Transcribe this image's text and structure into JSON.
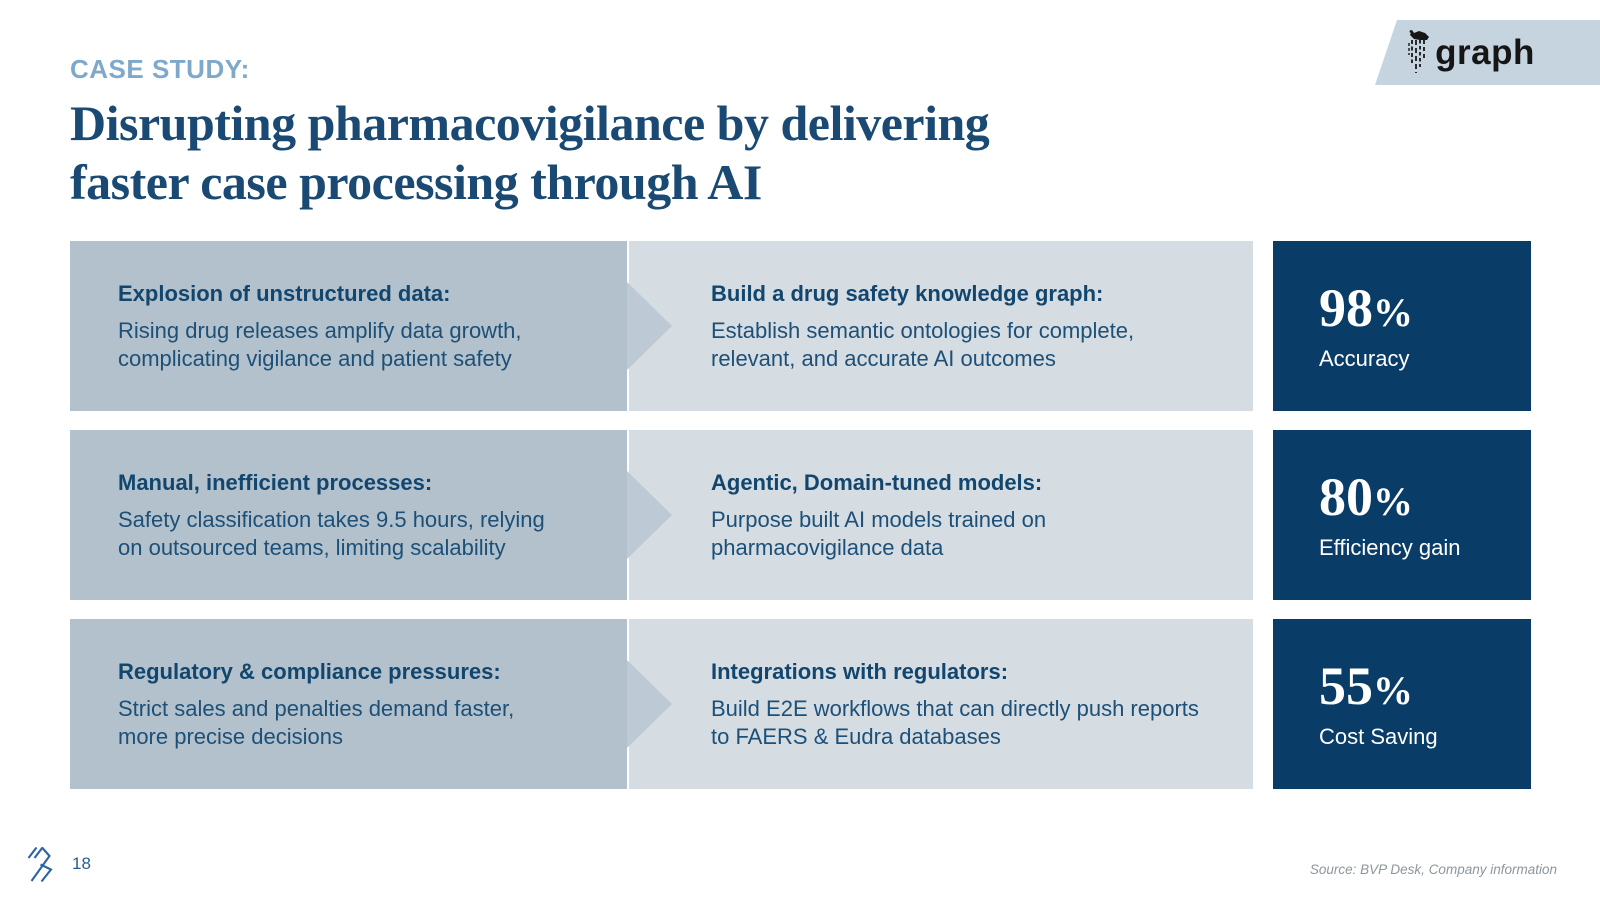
{
  "slide": {
    "kicker": "CASE STUDY:",
    "title_line1": "Disrupting pharmacovigilance by delivering",
    "title_line2": "faster case processing through AI",
    "page_number": "18",
    "source": "Source: BVP Desk, Company information"
  },
  "brand": {
    "logo_text": "graph",
    "logo_icon": "giraffe-icon",
    "footer_logo_icon": "bvp-slashes-logo"
  },
  "colors": {
    "kicker_blue": "#7fa9cb",
    "title_navy": "#1a4a74",
    "problem_box_bg": "#b2c1cb",
    "chevron": "#bdc9d4",
    "solution_box_bg": "#d5dce2",
    "stat_box_bg": "#0a3c68",
    "box_text_navy": "#1d5078",
    "banner_bg": "#c6d4e0",
    "source_gray": "#8d969d"
  },
  "rows": [
    {
      "problem_title": "Explosion of unstructured data:",
      "problem_body": "Rising drug releases amplify data growth, complicating vigilance and patient safety",
      "solution_title": "Build a drug safety knowledge graph:",
      "solution_body": "Establish semantic ontologies for complete, relevant, and accurate AI outcomes",
      "stat_value": "98",
      "stat_unit": "%",
      "stat_label": "Accuracy"
    },
    {
      "problem_title": "Manual, inefficient processes:",
      "problem_body": "Safety classification takes 9.5 hours, relying on outsourced teams, limiting scalability",
      "solution_title": "Agentic, Domain-tuned models:",
      "solution_body": "Purpose built AI models trained on pharmacovigilance data",
      "stat_value": "80",
      "stat_unit": "%",
      "stat_label": "Efficiency gain"
    },
    {
      "problem_title": "Regulatory & compliance pressures:",
      "problem_body": "Strict sales and penalties demand faster, more precise decisions",
      "solution_title": "Integrations with regulators:",
      "solution_body": "Build E2E workflows that can directly push reports to FAERS & Eudra databases",
      "stat_value": "55",
      "stat_unit": "%",
      "stat_label": "Cost Saving"
    }
  ]
}
